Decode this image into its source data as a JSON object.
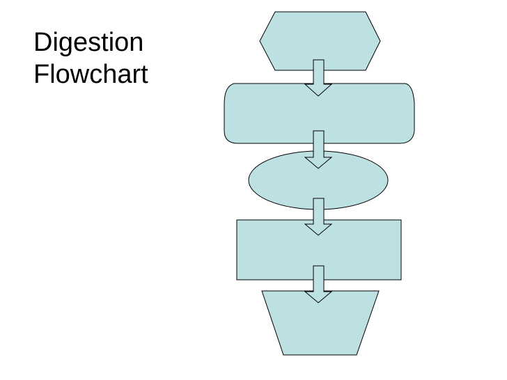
{
  "slide": {
    "title_line1": "Digestion",
    "title_line2": "Flowchart"
  },
  "flowchart": {
    "shape_fill": "#bde0e3",
    "arrow_fill": "#bde0e3",
    "stroke_color": "#000000",
    "shapes": [
      {
        "name": "hexagon-step",
        "shape": "hexagon",
        "label": ""
      },
      {
        "name": "rounded-rect-step",
        "shape": "rounded-rectangle",
        "label": ""
      },
      {
        "name": "ellipse-step",
        "shape": "ellipse",
        "label": ""
      },
      {
        "name": "rect-step",
        "shape": "rectangle",
        "label": ""
      },
      {
        "name": "trapezoid-step",
        "shape": "trapezoid",
        "label": ""
      }
    ]
  }
}
